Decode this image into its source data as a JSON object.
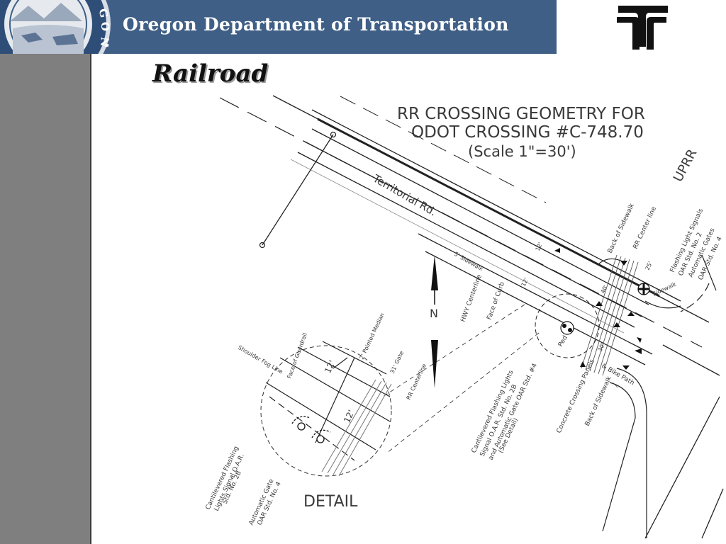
{
  "header": {
    "org_name": "Oregon Department of Transportation",
    "seal_text": "GON"
  },
  "slide": {
    "title": "Railroad"
  },
  "drawing": {
    "title_line1": "RR CROSSING GEOMETRY FOR",
    "title_line2": "ODOT CROSSING #C-748.70",
    "scale": "(Scale  1\"=30')",
    "railroad_name": "UPRR",
    "road_name": "Territorial Rd.",
    "north": "N",
    "detail_label": "DETAIL",
    "labels": {
      "sidewalk_5": "5' Sidewalk",
      "hwy_centerline": "HWY Centerline",
      "face_of_curb": "Face of Curb",
      "back_of_sidewalk_top": "Back of Sidewalk",
      "rr_center_line": "RR Center line",
      "flashing_lights": "Flashing Light Signals",
      "oar_std_2": "OAR Std. No. 2",
      "automatic_gates": "Automatic Gates",
      "oar_std_4": "OAR Std. No. 4",
      "sidewalk": "Sidewalk",
      "ped_bike_path": "& Bike Path",
      "ped": "Ped",
      "concrete_panels": "Concrete Crossing Panels",
      "back_of_sidewalk_bottom": "Back of Sidewalk",
      "cantilevered_main_1": "Cantilevered Flashing Lights",
      "cantilevered_main_2": "Signal O.A.R. Std. No. 2B",
      "cantilevered_main_3": "and Automatic Gate OAR Std. #4",
      "cantilevered_main_4": "(See Detail)",
      "pointed_median": "2' Pointed Median",
      "gate_31": "31' Gate",
      "rr_centerline_detail": "RR Centerline",
      "shoulder_fog_line": "Shoulder Fog Line",
      "face_of_guardrail": "Face of Guardrail",
      "dim_12a": "12'",
      "dim_12b": "12'",
      "dim_12c": "12'",
      "dim_12d": "12'",
      "dim_25": "25'",
      "dim_40": "40'",
      "dim_30": "30'",
      "cant_detail_1": "Cantilevered Flashing",
      "cant_detail_2": "Lights Signal O.A.R.",
      "cant_detail_3": "Std. No. 2B",
      "auto_gate_1": "Automatic Gate",
      "auto_gate_2": "OAR Std. No. 4"
    }
  }
}
